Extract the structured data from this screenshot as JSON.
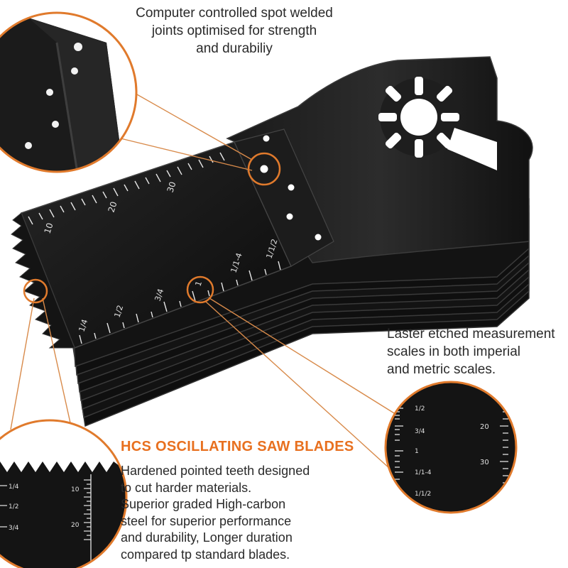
{
  "callouts": {
    "welded": [
      "Computer controlled spot welded",
      "joints optimised for strength",
      "and durabiliy"
    ],
    "laser": [
      "Laster etched measurement",
      "scales in both imperial",
      "and metric scales."
    ],
    "teeth": [
      "Hardened pointed teeth designed",
      "to cut harder materials.",
      "Superior graded High-carbon",
      "steel for superior performance",
      "and durability, Longer duration",
      "compared tp standard blades."
    ]
  },
  "product_title": "HCS OSCILLATING SAW BLADES",
  "scales": {
    "metric": [
      "10",
      "20",
      "30"
    ],
    "imperial": [
      "1/4",
      "1/2",
      "3/4",
      "1",
      "1/1-4",
      "1/1/2"
    ]
  },
  "colors": {
    "accent": "#e8701f",
    "blade": "#141414",
    "blade_edge": "#2e2e2e",
    "callout_line": "#d88a4a"
  },
  "icons": {
    "blade_stack": "saw-blade-stack",
    "zoom_circle": "magnifier-circle"
  }
}
